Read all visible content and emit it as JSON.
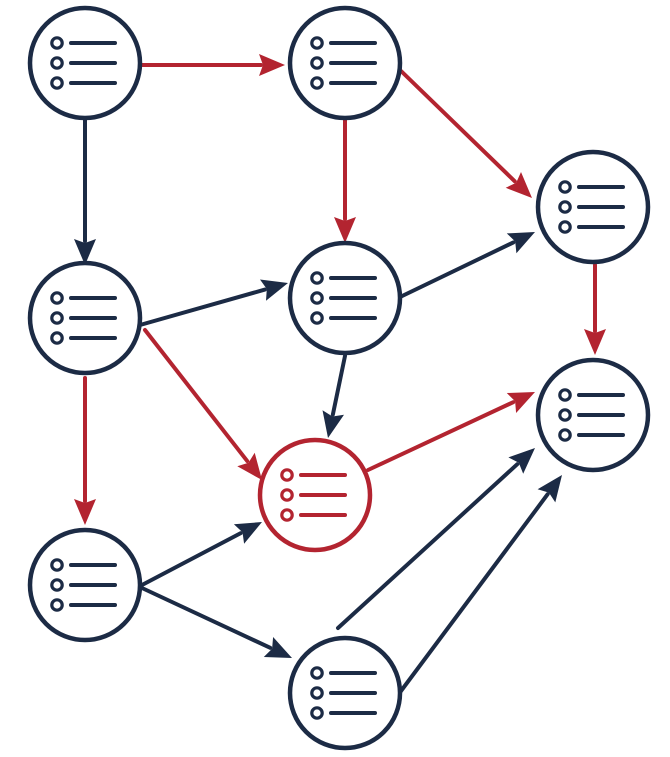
{
  "colors": {
    "dark": "#1c2b45",
    "red": "#b32430",
    "background": "#ffffff",
    "node_fill": "#ffffff"
  },
  "node_icon": "list-icon",
  "nodes": [
    {
      "id": "n1",
      "color": "dark"
    },
    {
      "id": "n2",
      "color": "dark"
    },
    {
      "id": "n3",
      "color": "dark"
    },
    {
      "id": "n4",
      "color": "dark"
    },
    {
      "id": "n5",
      "color": "dark"
    },
    {
      "id": "n6",
      "color": "dark"
    },
    {
      "id": "n7",
      "color": "red"
    },
    {
      "id": "n8",
      "color": "dark"
    },
    {
      "id": "n9",
      "color": "dark"
    }
  ],
  "edges": [
    {
      "from": "n1",
      "to": "n2",
      "color": "red"
    },
    {
      "from": "n1",
      "to": "n3",
      "color": "dark"
    },
    {
      "from": "n2",
      "to": "n4",
      "color": "red"
    },
    {
      "from": "n2",
      "to": "n5",
      "color": "red"
    },
    {
      "from": "n3",
      "to": "n4",
      "color": "dark"
    },
    {
      "from": "n4",
      "to": "n5",
      "color": "dark"
    },
    {
      "from": "n5",
      "to": "n6",
      "color": "red"
    },
    {
      "from": "n4",
      "to": "n7",
      "color": "dark"
    },
    {
      "from": "n3",
      "to": "n7",
      "color": "red"
    },
    {
      "from": "n3",
      "to": "n8",
      "color": "red"
    },
    {
      "from": "n7",
      "to": "n6",
      "color": "red"
    },
    {
      "from": "n8",
      "to": "n7",
      "color": "dark"
    },
    {
      "from": "n8",
      "to": "n9",
      "color": "dark"
    },
    {
      "from": "n9",
      "to": "n6",
      "color": "dark"
    },
    {
      "from": "n9",
      "to": "n6",
      "color": "dark"
    }
  ]
}
